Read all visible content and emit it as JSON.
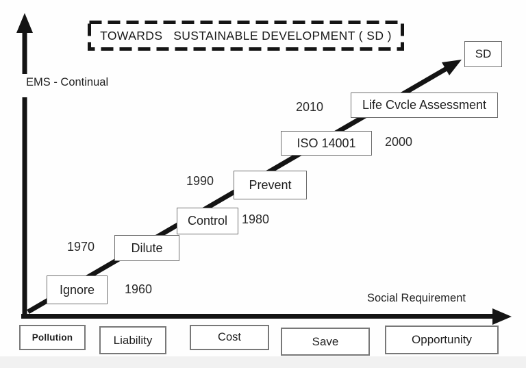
{
  "title": {
    "text": "TOWARDS   SUSTAINABLE DEVELOPMENT ( SD )"
  },
  "axes": {
    "y_axis_label": "EMS - Continual",
    "x_axis_label": "Social Requirement"
  },
  "goal_box": {
    "label": "SD"
  },
  "milestones": [
    {
      "label": "Ignore",
      "year": "1960",
      "year_side": "right"
    },
    {
      "label": "Dilute",
      "year": "1970",
      "year_side": "left"
    },
    {
      "label": "Control",
      "year": "1980",
      "year_side": "right"
    },
    {
      "label": "Prevent",
      "year": "1990",
      "year_side": "left"
    },
    {
      "label": "ISO 14001",
      "year": "2000",
      "year_side": "right"
    },
    {
      "label": "Life Cvcle Assessment",
      "year": "2010",
      "year_side": "left"
    }
  ],
  "bottom_stages": [
    {
      "label": "Pollution"
    },
    {
      "label": "Liability"
    },
    {
      "label": "Cost"
    },
    {
      "label": "Save"
    },
    {
      "label": "Opportunity"
    }
  ],
  "colors": {
    "ink": "#1a1a1a",
    "box_border": "#6d6d6d",
    "stage_box_border": "#787878",
    "background": "#fefefe",
    "footer_strip": "#f1f1f1"
  }
}
